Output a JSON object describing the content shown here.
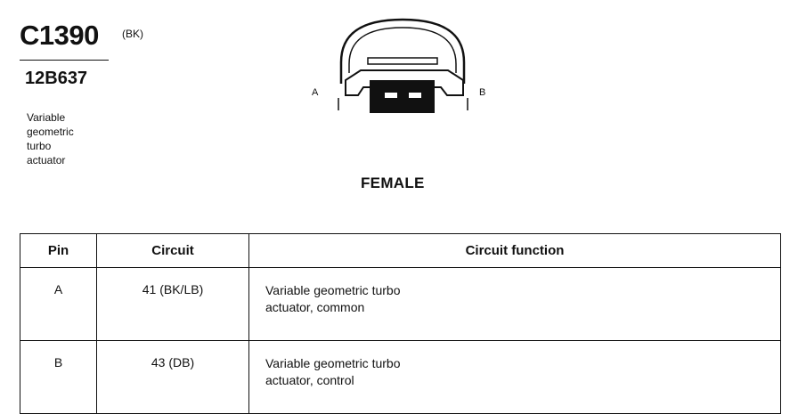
{
  "connector": {
    "id": "C1390",
    "color_code": "(BK)",
    "part_number": "12B637",
    "description_lines": [
      "Variable",
      "geometric",
      "turbo",
      "actuator"
    ]
  },
  "diagram": {
    "pin_label_left": "A",
    "pin_label_right": "B",
    "view_label": "FEMALE"
  },
  "table": {
    "headers": [
      "Pin",
      "Circuit",
      "Circuit function"
    ],
    "rows": [
      {
        "pin": "A",
        "circuit": "41 (BK/LB)",
        "function_lines": [
          "Variable geometric turbo",
          "actuator, common"
        ]
      },
      {
        "pin": "B",
        "circuit": "43 (DB)",
        "function_lines": [
          "Variable geometric turbo",
          "actuator, control"
        ]
      }
    ]
  }
}
